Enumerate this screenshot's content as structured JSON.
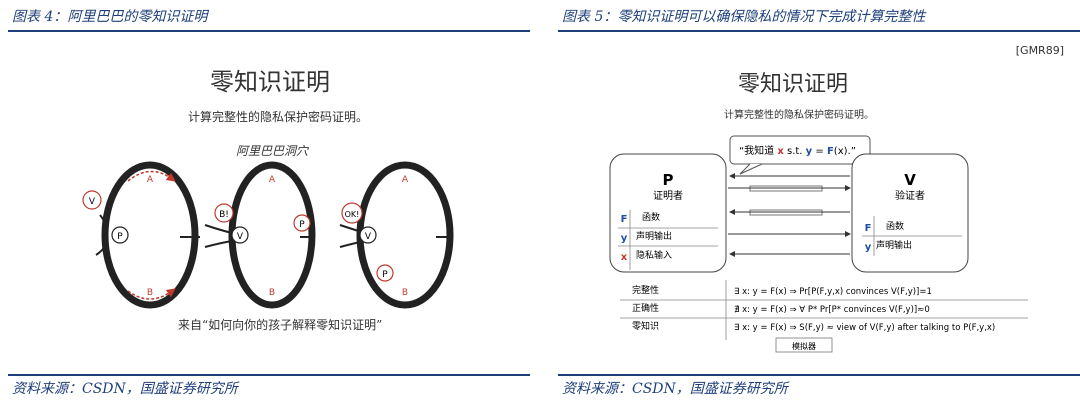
{
  "left": {
    "caption": "图表 4：阿里巴巴的零知识证明",
    "title": "零知识证明",
    "subtitle": "计算完整性的隐私保护密码证明。",
    "cave_label": "阿里巴巴洞穴",
    "caves": [
      {
        "a": "A",
        "b": "B",
        "p": "P",
        "v": "V",
        "extra": ""
      },
      {
        "a": "A",
        "b": "B",
        "p": "P",
        "v": "V",
        "extra": "B!"
      },
      {
        "a": "A",
        "b": "B",
        "p": "P",
        "v": "V",
        "extra": "OK!"
      }
    ],
    "footer": "来自“如何向你的孩子解释零知识证明”",
    "source": "资料来源：CSDN，国盛证券研究所"
  },
  "right": {
    "caption": "图表 5：零知识证明可以确保隐私的情况下完成计算完整性",
    "tag": "[GMR89]",
    "title": "零知识证明",
    "subtitle": "计算完整性的隐私保护密码证明。",
    "bubble": {
      "prefix": "“我知道 ",
      "x": "x",
      "mid": " s.t. ",
      "y": "y",
      "eq": " = ",
      "F": "F",
      "paren": "(x).”"
    },
    "prover": {
      "letter": "P",
      "role": "证明者",
      "rows": [
        {
          "k": "F",
          "v": "函数"
        },
        {
          "k": "y",
          "v": "声明输出"
        },
        {
          "k": "x",
          "v": "隐私输入"
        }
      ]
    },
    "verifier": {
      "letter": "V",
      "role": "验证者",
      "rows": [
        {
          "k": "F",
          "v": "函数"
        },
        {
          "k": "y",
          "v": "声明输出"
        }
      ]
    },
    "properties": [
      {
        "name": "完整性",
        "formula": "∃ x: y = F(x) ⇒ Pr[P(F,y,x) convinces V(F,y)]=1"
      },
      {
        "name": "正确性",
        "formula": "∄ x: y = F(x) ⇒ ∀ P* Pr[P* convinces V(F,y)]≈0"
      },
      {
        "name": "零知识",
        "formula": "∃ x: y = F(x) ⇒ S(F,y) ≈ view of V(F,y) after talking to P(F,y,x)"
      }
    ],
    "simulator": "模拟器",
    "source": "资料来源：CSDN，国盛证券研究所"
  }
}
